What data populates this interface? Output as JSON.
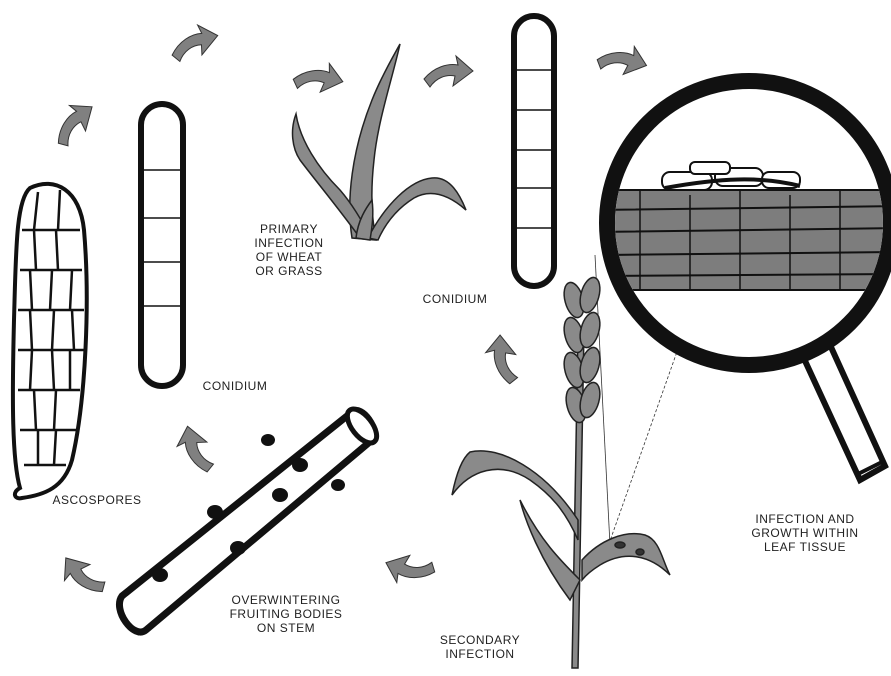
{
  "labels": {
    "primary_infection": "PRIMARY\nINFECTION\nOF WHEAT\nOR GRASS",
    "conidium_top": "CONIDIUM",
    "conidium_left": "CONIDIUM",
    "ascospores": "ASCOSPORES",
    "overwintering": "OVERWINTERING\nFRUITING BODIES\nON STEM",
    "secondary_infection": "SECONDARY\nINFECTION",
    "leaf_tissue": "INFECTION AND\nGROWTH WITHIN\nLEAF TISSUE"
  },
  "colors": {
    "arrow": "#808080",
    "outline": "#111111",
    "leaf": "#8a8a8a",
    "tissue": "#7d7d7d"
  }
}
